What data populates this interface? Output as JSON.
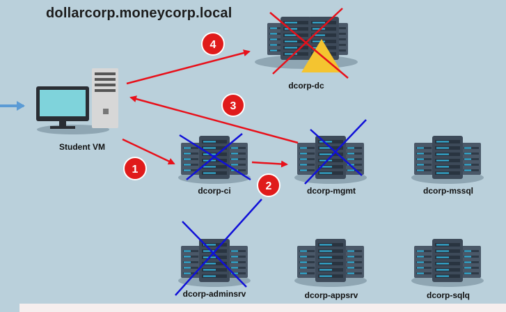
{
  "title": "dollarcorp.moneycorp.local",
  "nodes": {
    "student_vm": "Student VM",
    "dc": "dcorp-dc",
    "ci": "dcorp-ci",
    "mgmt": "dcorp-mgmt",
    "mssql": "dcorp-mssql",
    "adminsrv": "dcorp-adminsrv",
    "appsrv": "dcorp-appsrv",
    "sqlq": "dcorp-sqlq"
  },
  "steps": [
    "1",
    "2",
    "3",
    "4"
  ],
  "colors": {
    "background": "#bad0db",
    "attack_arrow": "#e8101a",
    "step_badge": "#e01b1b",
    "compromised_cross": "#1010d8",
    "dc_cross": "#e8101a",
    "warning": "#f4c430",
    "entry_arrow": "#5b9bd5",
    "server": "#3d4a59",
    "server_led": "#34b4dc"
  },
  "icons": {
    "student_vm": "desktop-computer-icon",
    "servers": "server-rack-icon",
    "warning": "warning-triangle-icon"
  }
}
